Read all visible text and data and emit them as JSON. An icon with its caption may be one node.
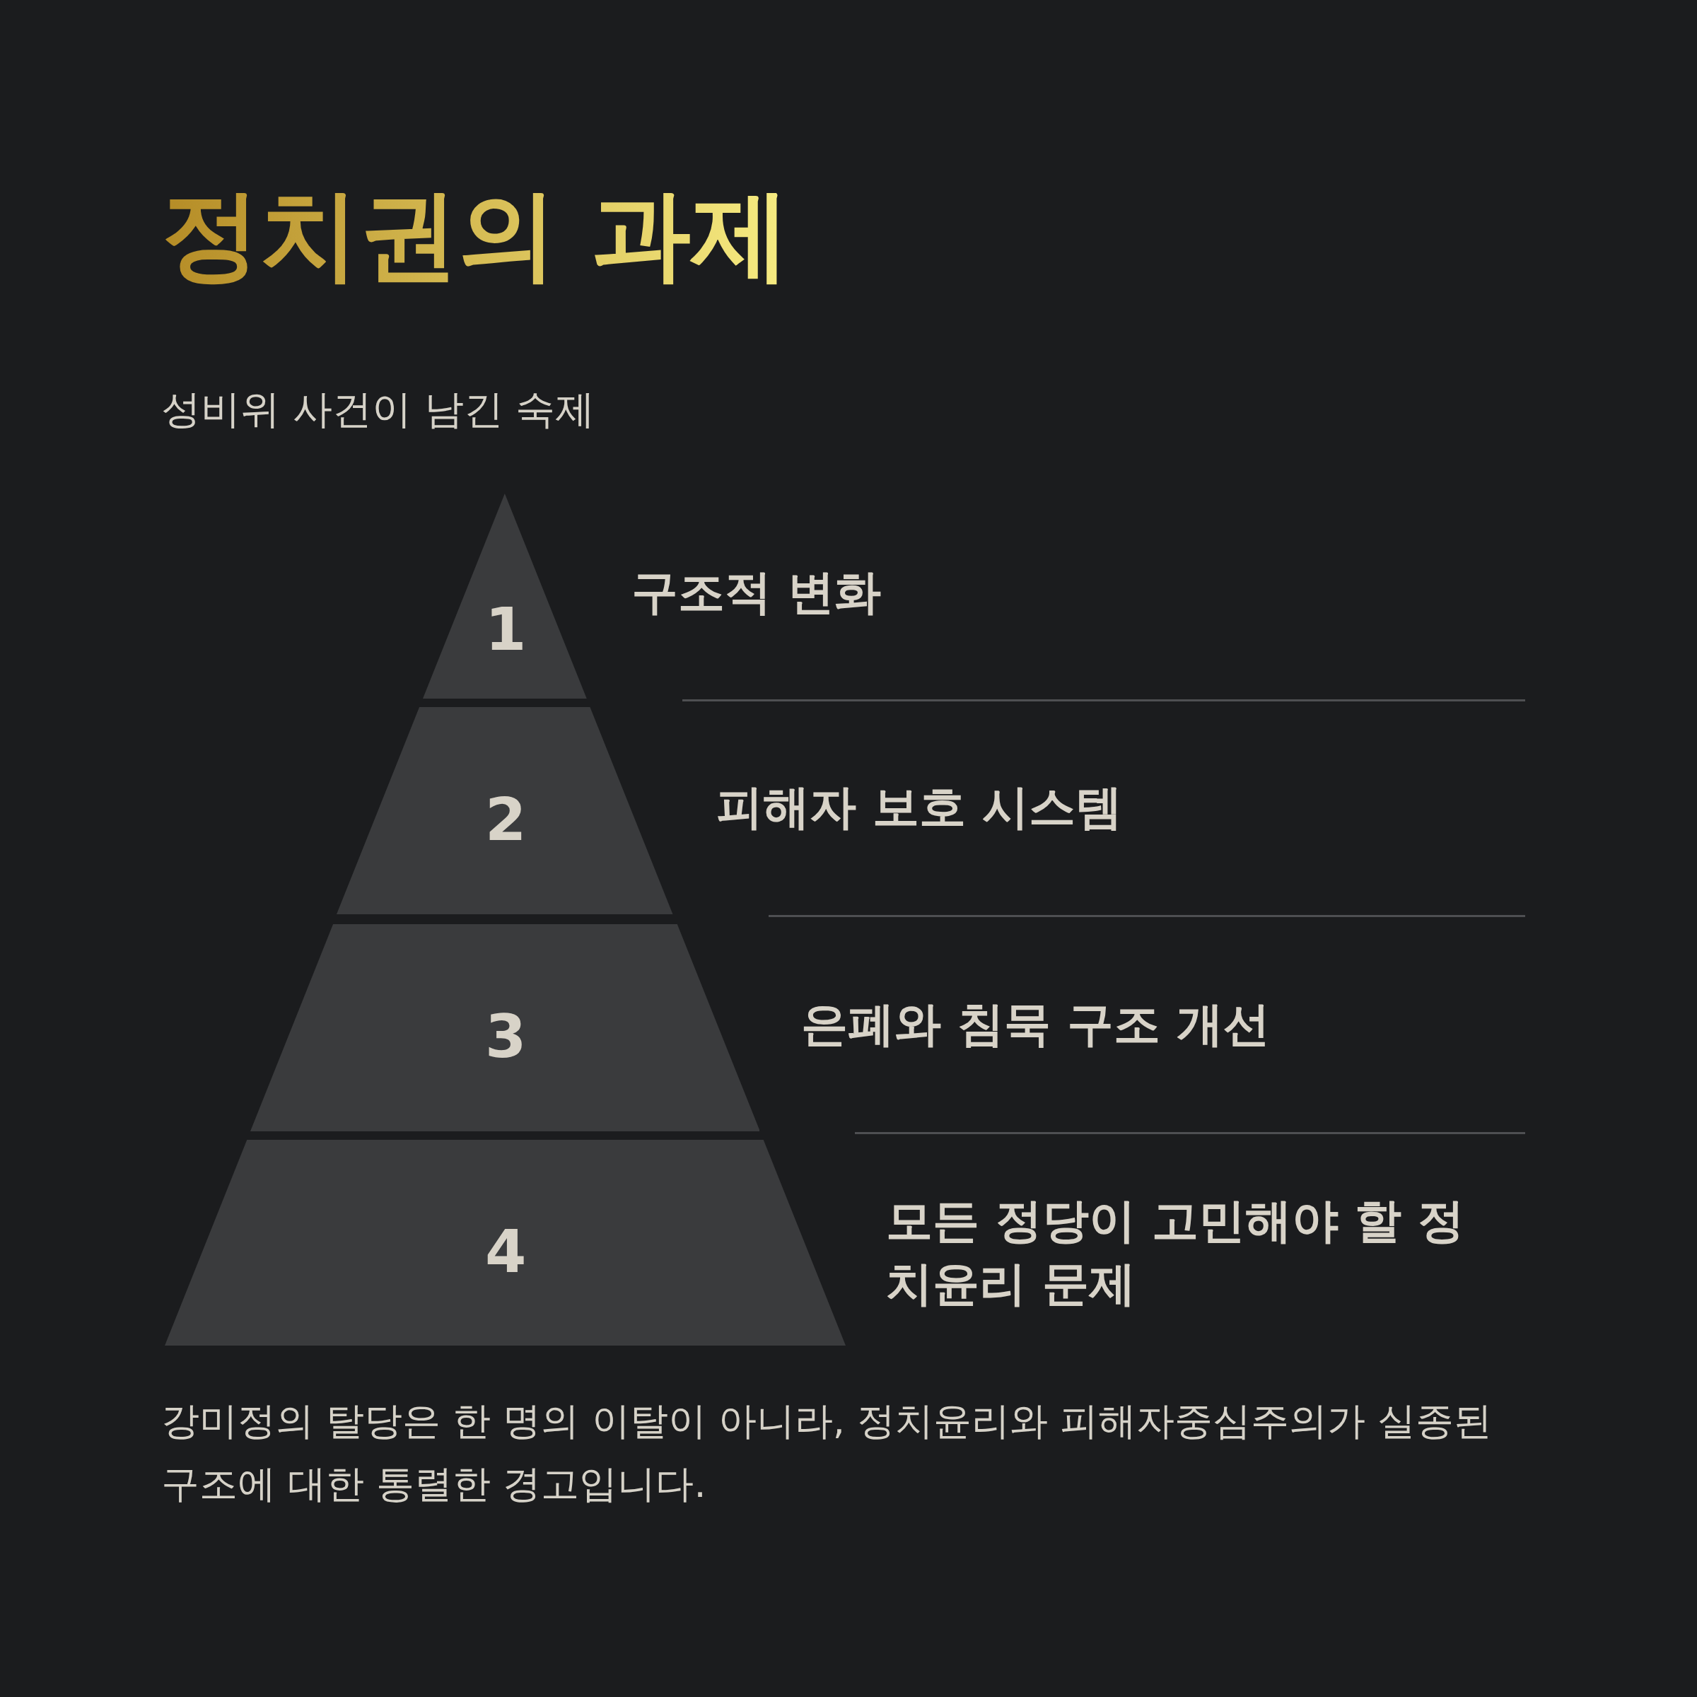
{
  "diagram": {
    "title": "정치권의 과제",
    "nodes": [
      {
        "text": [
          "1"
        ],
        "beside": [
          "구조적 변화"
        ]
      },
      {
        "text": [
          "2"
        ],
        "beside": [
          "피해자 보호 시스템"
        ]
      },
      {
        "text": [
          "3"
        ],
        "beside": [
          "은폐와 침묵 구조 개선"
        ]
      },
      {
        "text": [
          "4"
        ],
        "beside": [
          "모든 정당이 고민해야 할 정치윤리 문제"
        ]
      }
    ],
    "edges": [],
    "labels": [
      "성비위 사건이 남긴 숙제"
    ],
    "caption": "강미정의 탈당은 한 명의 이탈이 아니라, 정치윤리와 피해자중심주의가 실종된 구조에 대한 통렬한 경고입니다."
  }
}
